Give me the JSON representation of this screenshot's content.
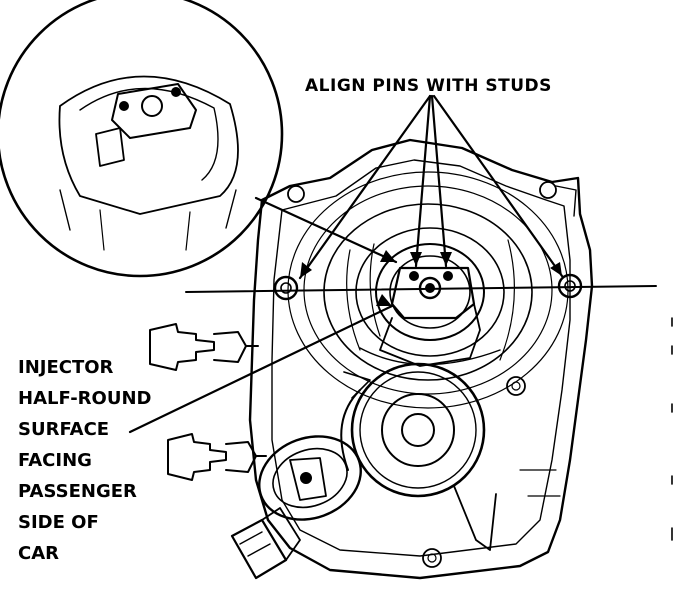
{
  "callouts": {
    "align_pins": "ALIGN PINS WITH STUDS",
    "injector_lines": [
      "INJECTOR",
      "HALF-ROUND",
      "SURFACE",
      "FACING",
      "PASSENGER",
      "SIDE OF",
      "CAR"
    ]
  },
  "colors": {
    "ink": "#000000",
    "paper": "#ffffff"
  }
}
